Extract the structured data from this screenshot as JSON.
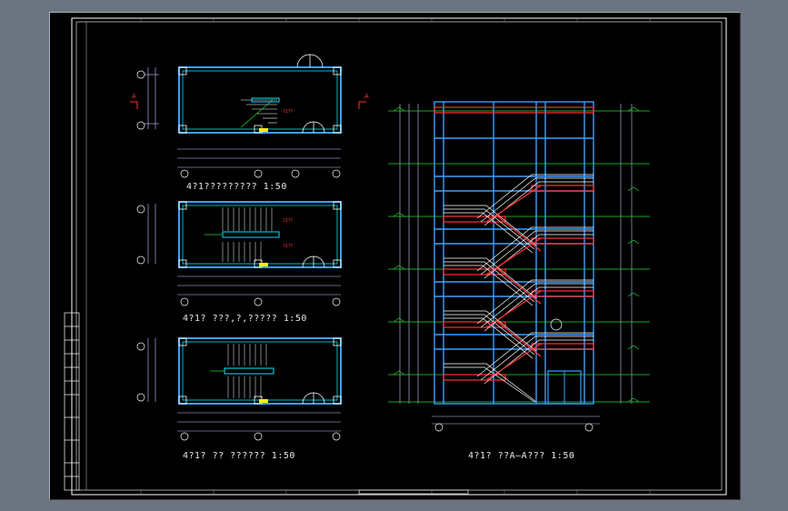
{
  "titles": {
    "plan_1": "4?1?????????  1:50",
    "plan_2": "4?1?  ???,?,?????   1:50",
    "plan_3": "4?1?  ?? ?????? 1:50",
    "section": "4?1?    ??A—A???  1:50"
  },
  "section_marks": {
    "left": "A",
    "right": "A"
  },
  "colors": {
    "background": "#000000",
    "frame": "#ffffff",
    "walls": "#3aa0ff",
    "walls_bright": "#00e5ff",
    "dimension": "#c8c8ff",
    "green": "#22dd33",
    "red": "#ff3333",
    "yellow": "#ffee00",
    "white": "#ffffff"
  }
}
